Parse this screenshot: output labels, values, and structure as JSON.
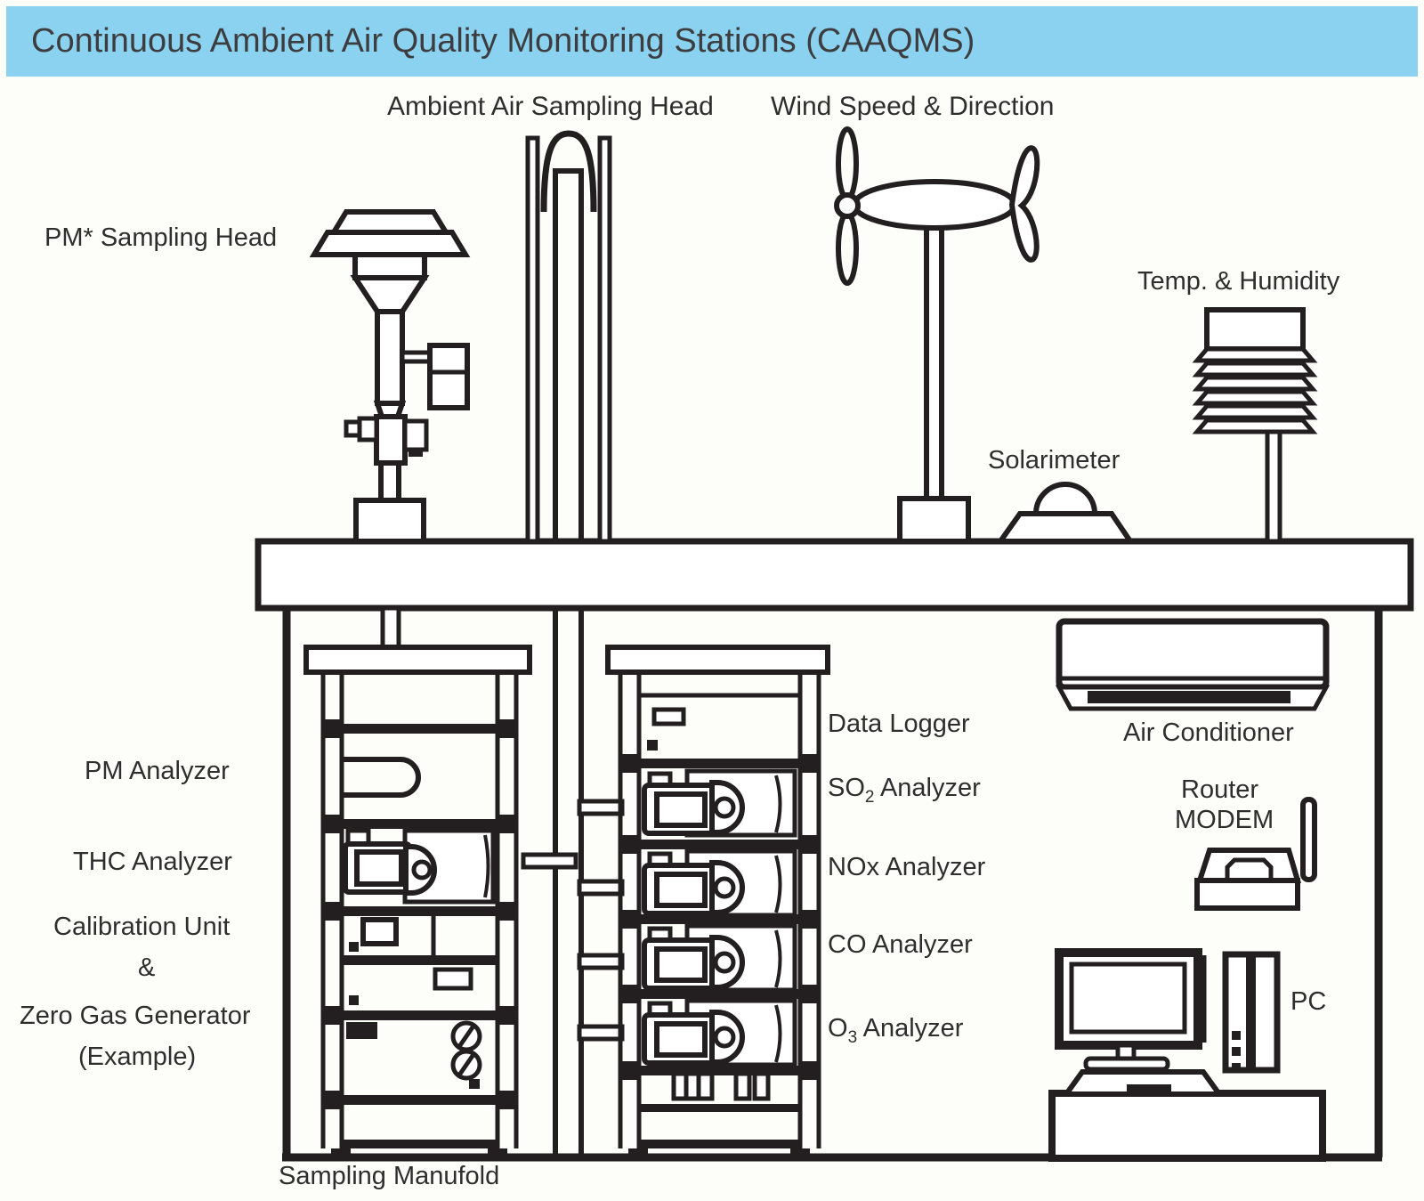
{
  "header": {
    "title": "Continuous Ambient Air Quality Monitoring Stations (CAAQMS)"
  },
  "colors": {
    "header_bg": "#8bd2f0",
    "ink": "#231f20",
    "background": "#fdfdfa",
    "label_text": "#2e2e2e"
  },
  "labels": {
    "ambient_head": "Ambient Air Sampling Head",
    "wind": "Wind Speed & Direction",
    "pm_head": "PM* Sampling Head",
    "temp_humidity": "Temp. & Humidity",
    "solarimeter": "Solarimeter",
    "data_logger": "Data Logger",
    "air_conditioner": "Air Conditioner",
    "pm_analyzer": "PM Analyzer",
    "so2": {
      "pre": "SO",
      "sub": "2",
      "post": " Analyzer"
    },
    "router": "Router",
    "modem": "MODEM",
    "thc_analyzer": "THC Analyzer",
    "nox_analyzer": "NOx Analyzer",
    "calibration_unit": "Calibration Unit",
    "ampersand": "&",
    "co_analyzer": "CO Analyzer",
    "zero_gas": "Zero Gas Generator",
    "example": "(Example)",
    "o3": {
      "pre": "O",
      "sub": "3",
      "post": " Analyzer"
    },
    "pc": "PC",
    "sampling_manifold": "Sampling Manufold"
  }
}
